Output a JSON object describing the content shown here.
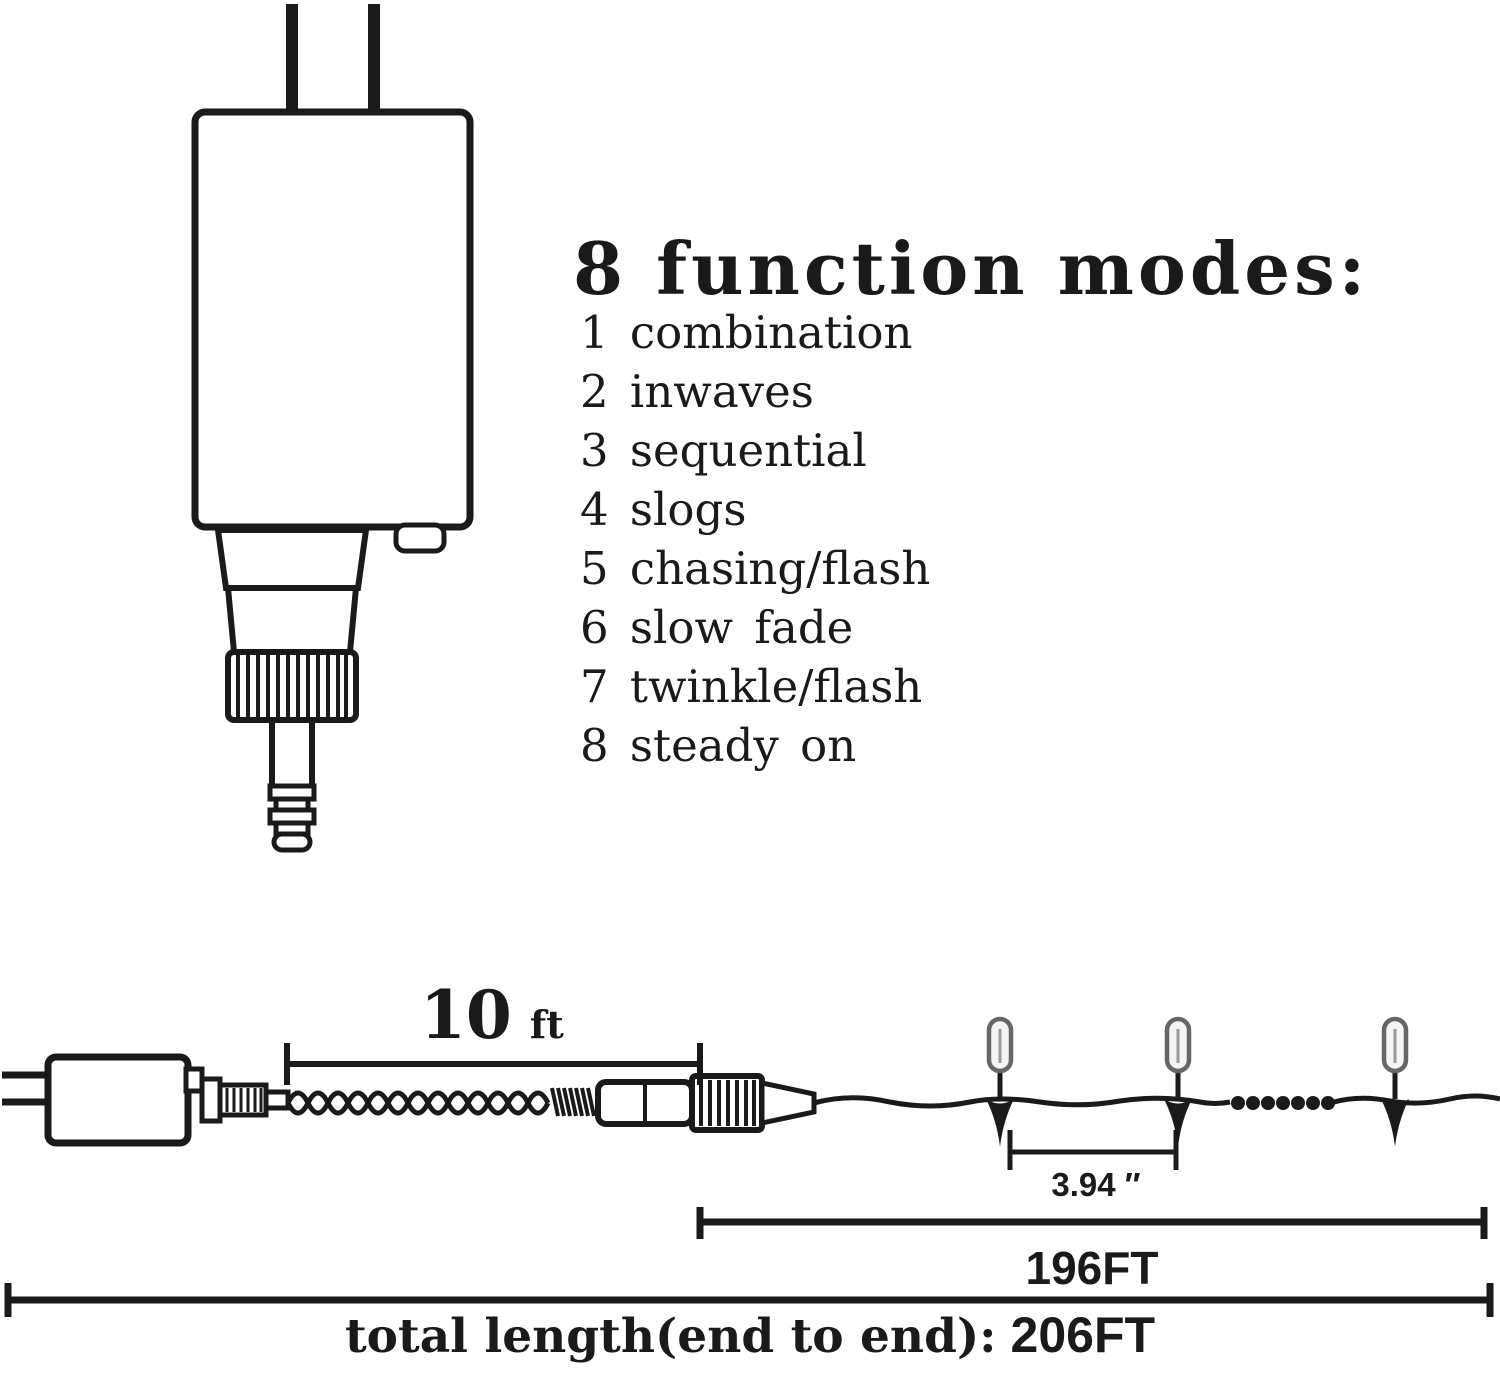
{
  "figure": {
    "function_modes": {
      "title": "8 function modes:",
      "items": [
        "1 combination",
        "2 inwaves",
        "3 sequential",
        "4 slogs",
        "5 chasing/flash",
        "6 slow fade",
        "7 twinkle/flash",
        "8 steady on"
      ]
    },
    "dimensions": {
      "lead_length_value": "10",
      "lead_length_unit": "ft",
      "bulb_spacing": "3.94 ″",
      "string_length": "196FT",
      "total_length_label": "total length(end to end):",
      "total_length_value": "206FT"
    },
    "colors": {
      "ink": "#1a1a1a",
      "bulb_outline": "#666666",
      "background": "#ffffff"
    }
  }
}
